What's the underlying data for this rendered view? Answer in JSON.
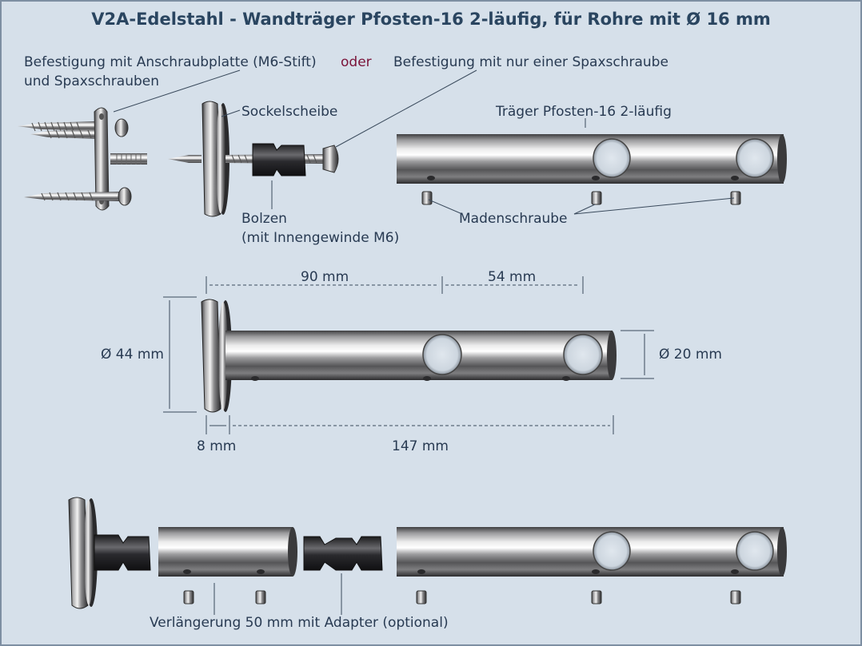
{
  "title": "V2A-Edelstahl - Wandträger Pfosten-16 2-läufig, für Rohre mit Ø 16 mm",
  "labels": {
    "mount_plate_line1": "Befestigung mit Anschraubplatte (M6-Stift)",
    "mount_plate_line2": "und Spaxschrauben",
    "oder": "oder",
    "single_screw": "Befestigung mit nur einer Spaxschraube",
    "sockel": "Sockelscheibe",
    "traeger": "Träger Pfosten-16 2-läufig",
    "bolzen_line1": "Bolzen",
    "bolzen_line2": "(mit Innengewinde M6)",
    "madenschraube": "Madenschraube",
    "extension": "Verlängerung 50 mm mit Adapter (optional)"
  },
  "dimensions": {
    "d90": "90 mm",
    "d54": "54 mm",
    "d44": "Ø 44 mm",
    "d20": "Ø 20 mm",
    "d8": "8 mm",
    "d147": "147 mm"
  },
  "colors": {
    "background": "#d6e0ea",
    "title": "#2a4560",
    "text": "#283a52",
    "oder": "#7a1238",
    "line": "#3a4a5c"
  }
}
